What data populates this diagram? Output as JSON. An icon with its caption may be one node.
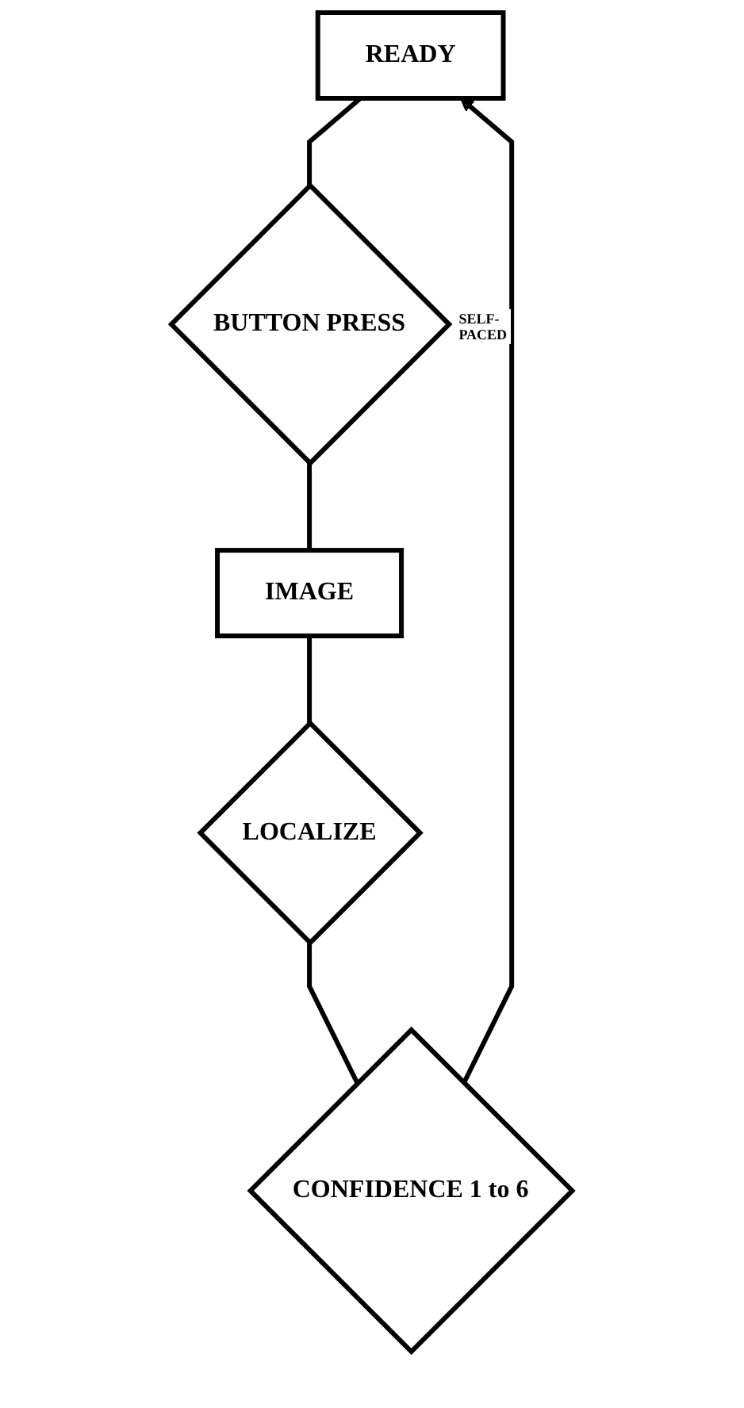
{
  "diagram": {
    "nodes": [
      {
        "text": [
          "READY"
        ]
      },
      {
        "text": [
          "BUTTON PRESS"
        ],
        "beside": [
          "SELF- PACED"
        ]
      },
      {
        "text": [
          "IMAGE"
        ]
      },
      {
        "text": [
          "LOCALIZE"
        ]
      },
      {
        "text": [
          "CONFIDENCE 1 to 6"
        ]
      }
    ],
    "edges": [
      {
        "from": 0,
        "to": 1,
        "arrow": "none"
      },
      {
        "from": 1,
        "to": 2,
        "arrow": "none"
      },
      {
        "from": 2,
        "to": 3,
        "arrow": "none"
      },
      {
        "from": 3,
        "to": 4,
        "arrow": "none"
      },
      {
        "from": 4,
        "to": 0,
        "arrow": "to"
      }
    ]
  }
}
